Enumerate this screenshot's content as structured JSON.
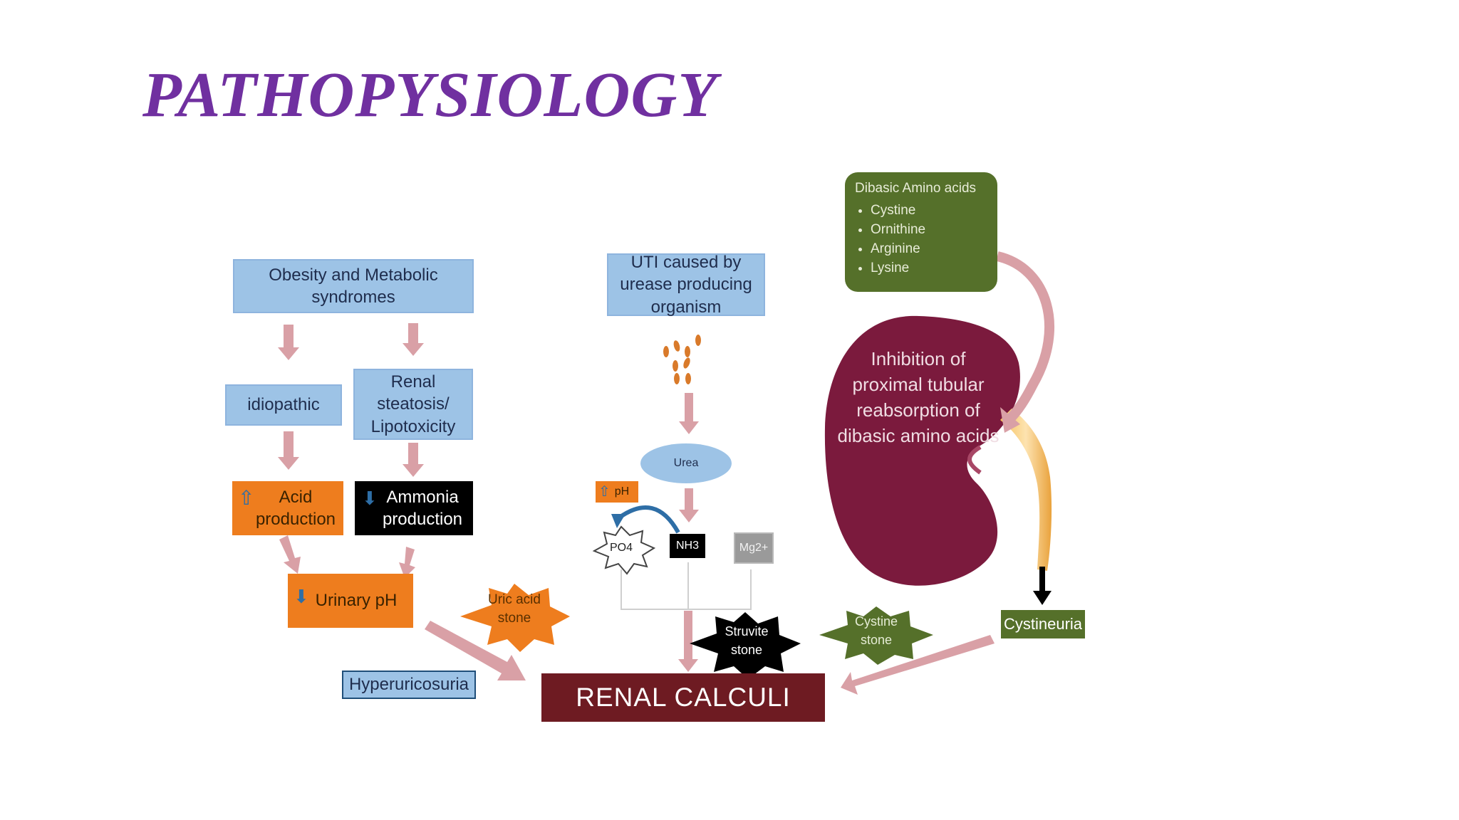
{
  "title": "PATHOPYSIOLOGY",
  "boxes": {
    "obesity": "Obesity and Metabolic syndromes",
    "idiopathic": "idiopathic",
    "renal_steatosis": "Renal steatosis/ Lipotoxicity",
    "acid_production": "Acid production",
    "ammonia_production": "Ammonia production",
    "urinary_ph": "Urinary pH",
    "hyperuricosuria": "Hyperuricosuria",
    "uti": "UTI caused by urease producing organism",
    "urea": "Urea",
    "ph": "pH",
    "po4": "PO4",
    "nh3": "NH3",
    "mg": "Mg2+",
    "renal_calculi": "RENAL CALCULI",
    "cystineuria": "Cystineuria"
  },
  "stars": {
    "uric_acid": "Uric acid stone",
    "struvite": "Struvite stone",
    "cystine": "Cystine stone"
  },
  "amino_acids": {
    "heading": "Dibasic Amino acids",
    "items": [
      "Cystine",
      "Ornithine",
      "Arginine",
      "Lysine"
    ]
  },
  "kidney_text": "Inhibition of proximal tubular reabsorption of dibasic amino acids",
  "colors": {
    "title": "#7030a0",
    "blue_box": "#9dc3e6",
    "orange_box": "#ee7d1e",
    "green_box": "#55702a",
    "kidney": "#7b1a3d",
    "calculi": "#6e1b22",
    "arrow": "#d9a0a6"
  }
}
